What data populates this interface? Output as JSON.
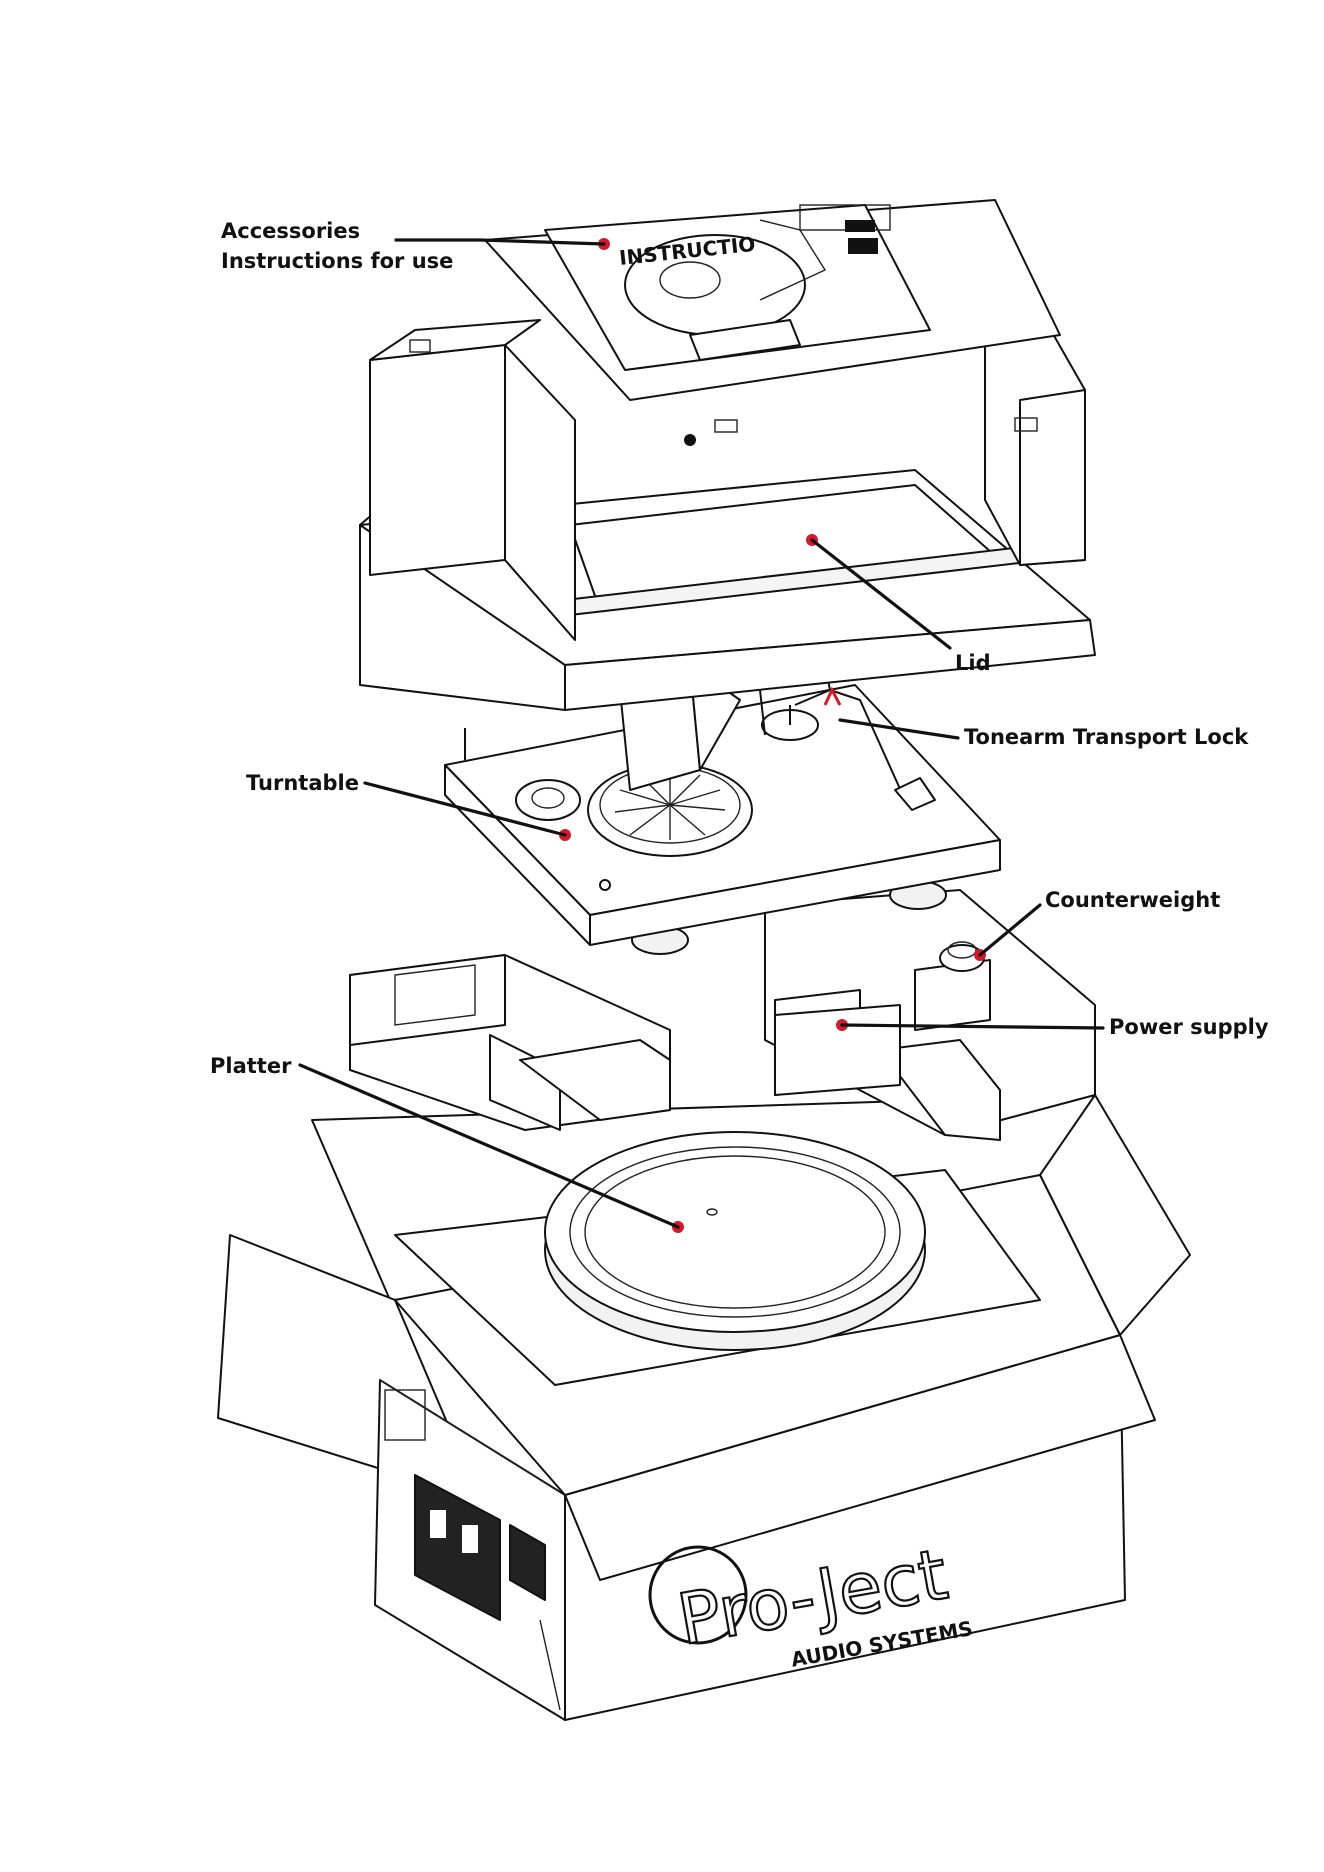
{
  "diagram": {
    "labels": {
      "accessories": "Accessories",
      "instructions": "Instructions for use",
      "lid": "Lid",
      "tonearm_lock": "Tonearm Transport Lock",
      "turntable": "Turntable",
      "counterweight": "Counterweight",
      "power_supply": "Power supply",
      "platter": "Platter"
    },
    "printed": {
      "manual_title": "INSTRUCTIO",
      "brand_main": "Pro-Ject",
      "brand_sub": "AUDIO SYSTEMS"
    },
    "colors": {
      "line": "#111111",
      "marker": "#d11a2a",
      "background": "#ffffff"
    }
  }
}
